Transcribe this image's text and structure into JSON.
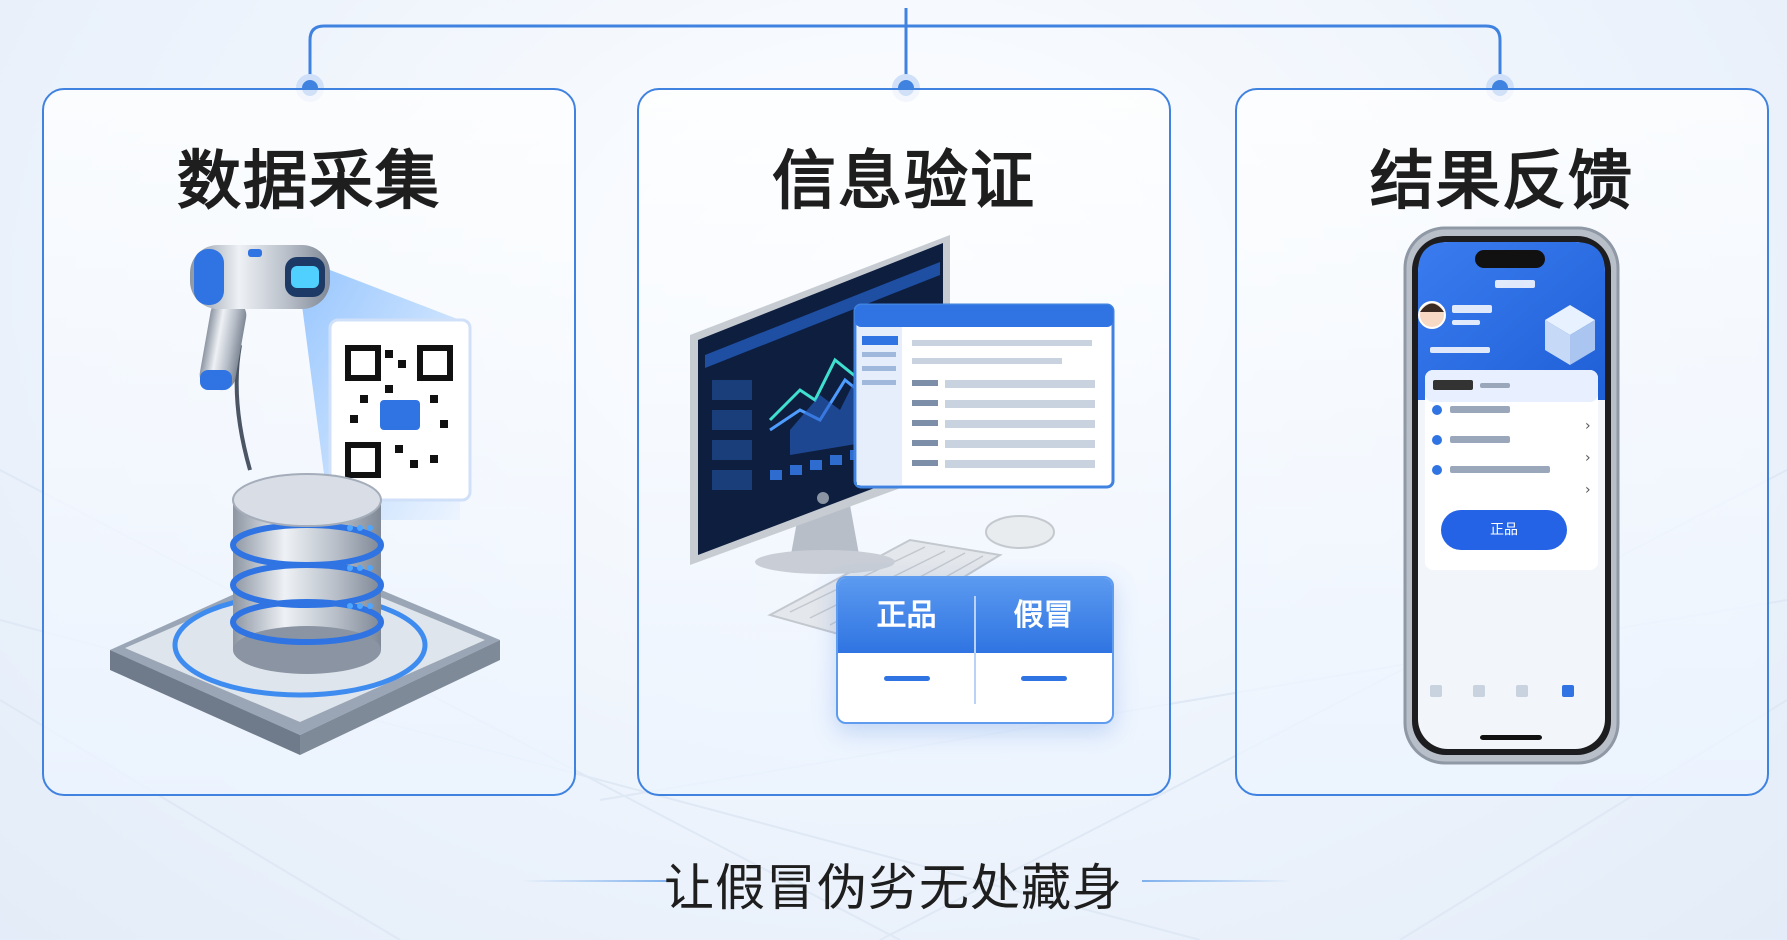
{
  "steps": [
    {
      "title": "数据采集",
      "icon": "barcode-scanner-database-icon"
    },
    {
      "title": "信息验证",
      "icon": "computer-verification-icon"
    },
    {
      "title": "结果反馈",
      "icon": "smartphone-result-icon"
    }
  ],
  "verdict": {
    "genuine": "正品",
    "counterfeit": "假冒"
  },
  "phone": {
    "button": "正品"
  },
  "tagline": "让假冒伪劣无处藏身",
  "colors": {
    "accent": "#3f82e0",
    "button": "#2563e6",
    "background": "#eef4fc"
  }
}
